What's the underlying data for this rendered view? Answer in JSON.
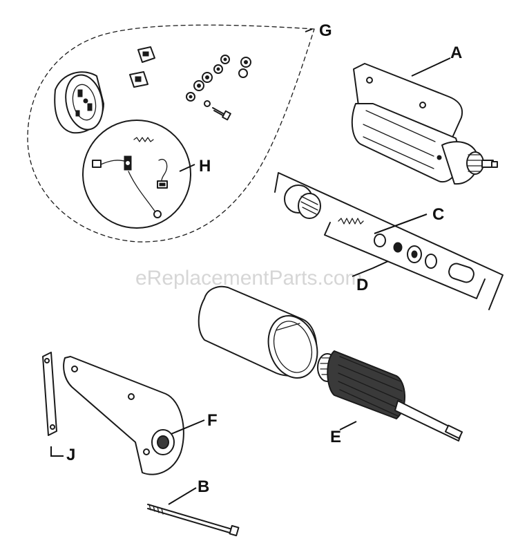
{
  "watermark": "eReplacementParts.com",
  "callouts": {
    "A": "A",
    "B": "B",
    "C": "C",
    "D": "D",
    "E": "E",
    "F": "F",
    "G": "G",
    "H": "H",
    "J": "J"
  }
}
